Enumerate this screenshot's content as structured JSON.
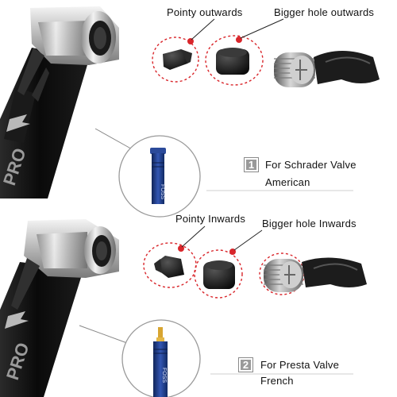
{
  "colors": {
    "accent": "#d9262b",
    "pump_body": "#111111",
    "chrome": "#c8c8c8",
    "valve_blue": "#1f3c8a",
    "presta_tip": "#d8a531",
    "badge_gray": "#9a9a9a"
  },
  "section1": {
    "label_left": "Pointy outwards",
    "label_right": "Bigger hole outwards",
    "number": "1",
    "caption_line1": "For Schrader Valve",
    "caption_line2": "American"
  },
  "section2": {
    "label_left": "Pointy Inwards",
    "label_right": "Bigger hole Inwards",
    "number": "2",
    "caption_line1": "For Presta Valve",
    "caption_line2": "French"
  },
  "icons": {
    "pump": "bike-pump-head-icon",
    "plug": "rubber-plug-icon",
    "washer": "rubber-washer-icon",
    "cap": "threaded-cap-icon",
    "schrader": "schrader-valve-icon",
    "presta": "presta-valve-icon"
  }
}
